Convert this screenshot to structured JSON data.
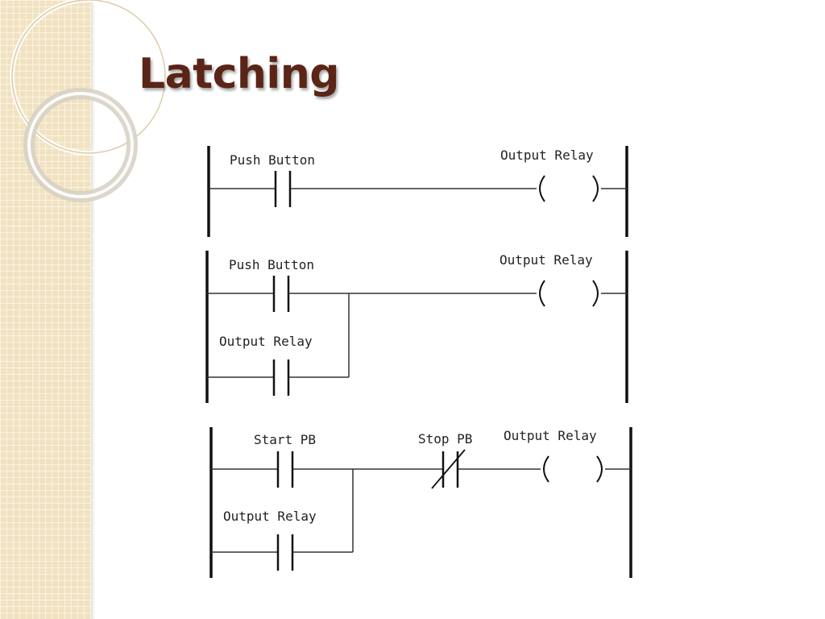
{
  "slide": {
    "title": "Latching"
  },
  "diagram": {
    "rung1": {
      "contact_label": "Push Button",
      "coil_label": "Output Relay"
    },
    "rung2": {
      "contact_label": "Push Button",
      "seal_label": "Output Relay",
      "coil_label": "Output Relay"
    },
    "rung3": {
      "start_label": "Start PB",
      "stop_label": "Stop PB",
      "seal_label": "Output Relay",
      "coil_label": "Output Relay"
    }
  },
  "colors": {
    "title": "#5a2416",
    "sidebar": "#f1e2c0",
    "line": "#111111"
  }
}
